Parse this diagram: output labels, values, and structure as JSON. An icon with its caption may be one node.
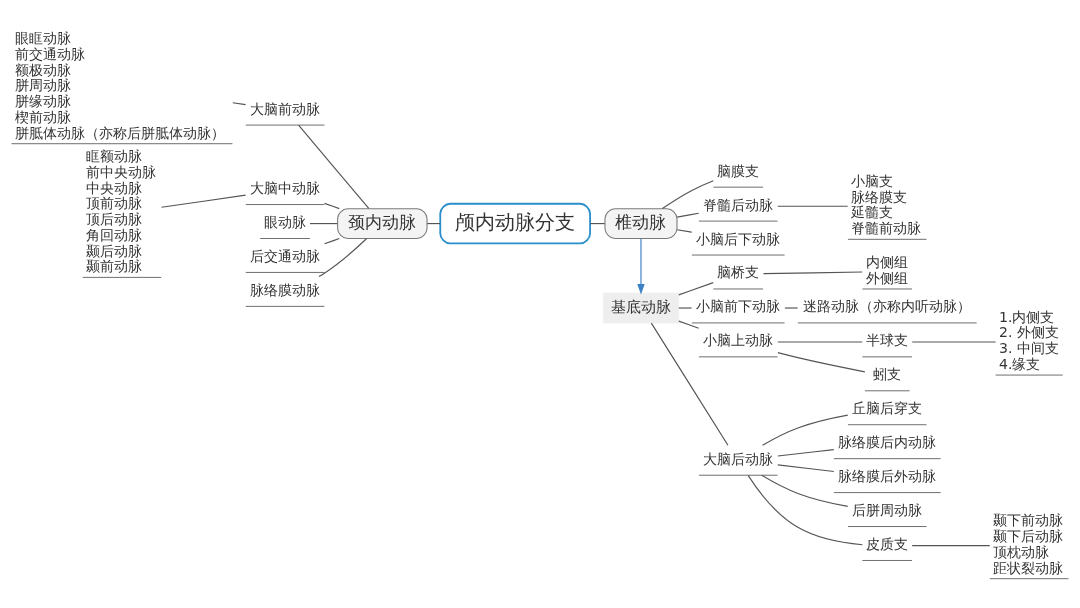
{
  "diagram": {
    "nodes": [
      {
        "text": [
          "颅内动脉分支"
        ]
      },
      {
        "text": [
          "颈内动脉"
        ]
      },
      {
        "text": [
          "大脑前动脉"
        ]
      },
      {
        "text": [
          "眼眶动脉",
          "前交通动脉",
          "额极动脉",
          "胼周动脉",
          "胼缘动脉",
          "楔前动脉",
          "胼胝体动脉（亦称后胼胝体动脉）"
        ]
      },
      {
        "text": [
          "大脑中动脉"
        ]
      },
      {
        "text": [
          "眶额动脉",
          "前中央动脉",
          "中央动脉",
          "顶前动脉",
          "顶后动脉",
          "角回动脉",
          "颞后动脉",
          "颞前动脉"
        ]
      },
      {
        "text": [
          "眼动脉"
        ]
      },
      {
        "text": [
          "后交通动脉"
        ]
      },
      {
        "text": [
          "脉络膜动脉"
        ]
      },
      {
        "text": [
          "椎动脉"
        ]
      },
      {
        "text": [
          "脑膜支"
        ]
      },
      {
        "text": [
          "脊髓后动脉"
        ]
      },
      {
        "text": [
          "小脑支",
          "脉络膜支",
          "延髓支",
          "脊髓前动脉"
        ]
      },
      {
        "text": [
          "小脑后下动脉"
        ]
      },
      {
        "text": [
          "基底动脉"
        ]
      },
      {
        "text": [
          "脑桥支"
        ]
      },
      {
        "text": [
          "内侧组",
          "外侧组"
        ]
      },
      {
        "text": [
          "小脑前下动脉"
        ]
      },
      {
        "text": [
          "迷路动脉（亦称内听动脉）"
        ]
      },
      {
        "text": [
          "小脑上动脉"
        ]
      },
      {
        "text": [
          "半球支"
        ]
      },
      {
        "text": [
          "1.内侧支",
          "2. 外侧支",
          "3. 中间支",
          "4.缘支"
        ]
      },
      {
        "text": [
          "蚓支"
        ]
      },
      {
        "text": [
          "大脑后动脉"
        ]
      },
      {
        "text": [
          "丘脑后穿支"
        ]
      },
      {
        "text": [
          "脉络膜后内动脉"
        ]
      },
      {
        "text": [
          "脉络膜后外动脉"
        ]
      },
      {
        "text": [
          "后胼周动脉"
        ]
      },
      {
        "text": [
          "皮质支"
        ]
      },
      {
        "text": [
          "颞下前动脉",
          "颞下后动脉",
          "顶枕动脉",
          "距状裂动脉"
        ]
      }
    ],
    "edges": [
      {
        "from": 1,
        "to": 0,
        "arrow": "none"
      },
      {
        "from": 2,
        "to": 1,
        "arrow": "none"
      },
      {
        "from": 3,
        "to": 2,
        "arrow": "none"
      },
      {
        "from": 4,
        "to": 1,
        "arrow": "none"
      },
      {
        "from": 5,
        "to": 4,
        "arrow": "none"
      },
      {
        "from": 6,
        "to": 1,
        "arrow": "none"
      },
      {
        "from": 7,
        "to": 1,
        "arrow": "none"
      },
      {
        "from": 8,
        "to": 1,
        "arrow": "none"
      },
      {
        "from": 0,
        "to": 9,
        "arrow": "none"
      },
      {
        "from": 9,
        "to": 10,
        "arrow": "none"
      },
      {
        "from": 9,
        "to": 11,
        "arrow": "none"
      },
      {
        "from": 11,
        "to": 12,
        "arrow": "none"
      },
      {
        "from": 9,
        "to": 13,
        "arrow": "none"
      },
      {
        "from": 9,
        "to": 14,
        "arrow": "to",
        "color": "#3b7fc4"
      },
      {
        "from": 14,
        "to": 15,
        "arrow": "none"
      },
      {
        "from": 15,
        "to": 16,
        "arrow": "none"
      },
      {
        "from": 14,
        "to": 17,
        "arrow": "none"
      },
      {
        "from": 17,
        "to": 18,
        "arrow": "none"
      },
      {
        "from": 14,
        "to": 19,
        "arrow": "none"
      },
      {
        "from": 19,
        "to": 20,
        "arrow": "none"
      },
      {
        "from": 20,
        "to": 21,
        "arrow": "none"
      },
      {
        "from": 19,
        "to": 22,
        "arrow": "none"
      },
      {
        "from": 14,
        "to": 23,
        "arrow": "none"
      },
      {
        "from": 23,
        "to": 24,
        "arrow": "none"
      },
      {
        "from": 23,
        "to": 25,
        "arrow": "none"
      },
      {
        "from": 23,
        "to": 26,
        "arrow": "none"
      },
      {
        "from": 23,
        "to": 27,
        "arrow": "none"
      },
      {
        "from": 23,
        "to": 28,
        "arrow": "none"
      },
      {
        "from": 28,
        "to": 29,
        "arrow": "none"
      }
    ]
  }
}
